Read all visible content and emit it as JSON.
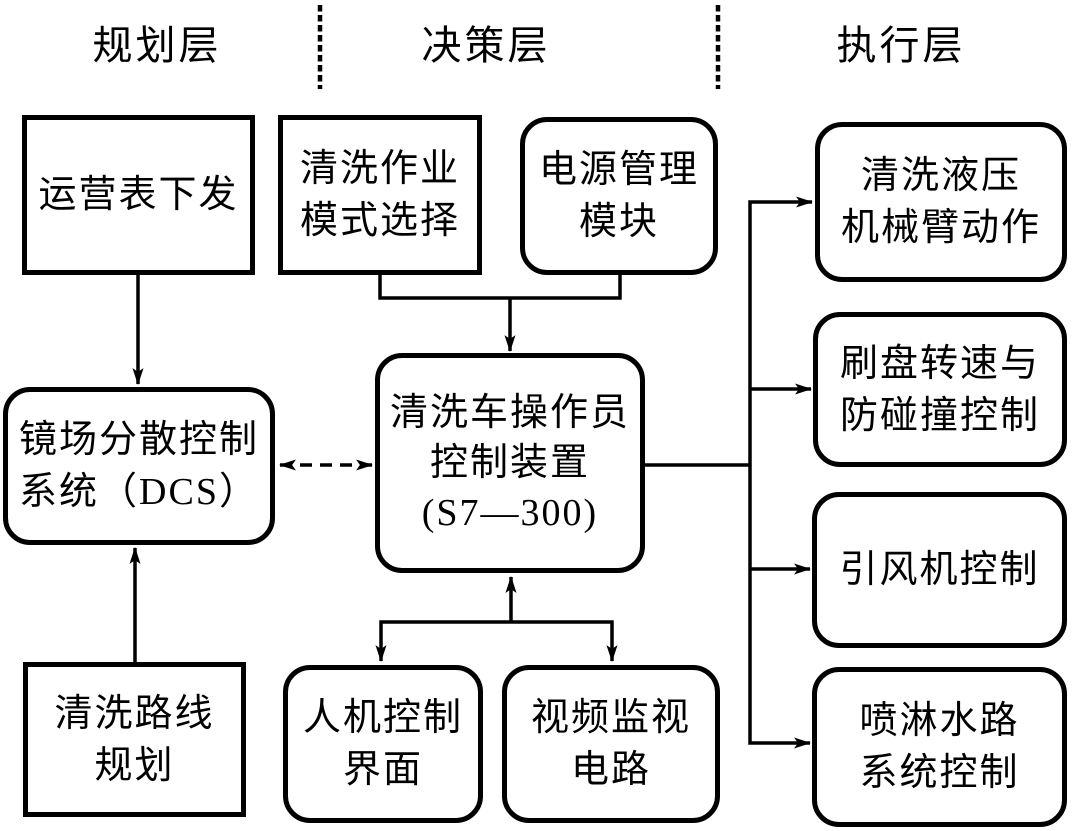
{
  "diagram": {
    "layers": {
      "planning": "规划层",
      "decision": "决策层",
      "execution": "执行层"
    },
    "nodes": {
      "operation_schedule": {
        "lines": [
          "运营表下发"
        ],
        "shape": "rect",
        "layer": "planning"
      },
      "cleaning_mode": {
        "lines": [
          "清洗作业",
          "模式选择"
        ],
        "shape": "rect",
        "layer": "decision"
      },
      "power_mgmt": {
        "lines": [
          "电源管理",
          "模块"
        ],
        "shape": "rounded",
        "layer": "decision"
      },
      "dcs": {
        "lines": [
          "镜场分散控制",
          "系统（DCS）"
        ],
        "shape": "rounded",
        "layer": "planning"
      },
      "operator_ctrl": {
        "lines": [
          "清洗车操作员",
          "控制装置",
          "(S7—300)"
        ],
        "shape": "rounded",
        "layer": "decision"
      },
      "route_planning": {
        "lines": [
          "清洗路线",
          "规划"
        ],
        "shape": "rect",
        "layer": "planning"
      },
      "hmi": {
        "lines": [
          "人机控制",
          "界面"
        ],
        "shape": "rounded",
        "layer": "decision"
      },
      "video_monitor": {
        "lines": [
          "视频监视",
          "电路"
        ],
        "shape": "rounded",
        "layer": "decision"
      },
      "hydraulic_arm": {
        "lines": [
          "清洗液压",
          "机械臂动作"
        ],
        "shape": "rounded",
        "layer": "execution"
      },
      "brush_speed": {
        "lines": [
          "刷盘转速与",
          "防碰撞控制"
        ],
        "shape": "rounded",
        "layer": "execution"
      },
      "fan_control": {
        "lines": [
          "引风机控制"
        ],
        "shape": "rounded",
        "layer": "execution"
      },
      "spray_water": {
        "lines": [
          "喷淋水路",
          "系统控制"
        ],
        "shape": "rounded",
        "layer": "execution"
      }
    },
    "edges": [
      {
        "from": "operation_schedule",
        "to": "dcs",
        "style": "solid-arrow"
      },
      {
        "from": "route_planning",
        "to": "dcs",
        "style": "solid-arrow"
      },
      {
        "from": "dcs",
        "to": "operator_ctrl",
        "style": "dashed-double-arrow"
      },
      {
        "from": "cleaning_mode",
        "to": "operator_ctrl",
        "style": "solid-arrow"
      },
      {
        "from": "power_mgmt",
        "to": "operator_ctrl",
        "style": "solid-arrow"
      },
      {
        "from": "hmi",
        "to": "operator_ctrl",
        "style": "double-branch"
      },
      {
        "from": "operator_ctrl",
        "to": "video_monitor",
        "style": "double-branch"
      },
      {
        "from": "operator_ctrl",
        "to": "hydraulic_arm",
        "style": "solid-arrow"
      },
      {
        "from": "operator_ctrl",
        "to": "brush_speed",
        "style": "solid-arrow"
      },
      {
        "from": "operator_ctrl",
        "to": "fan_control",
        "style": "solid-arrow"
      },
      {
        "from": "operator_ctrl",
        "to": "spray_water",
        "style": "solid-arrow"
      }
    ],
    "colors": {
      "stroke": "#000000",
      "background": "#ffffff",
      "text": "#000000"
    }
  }
}
